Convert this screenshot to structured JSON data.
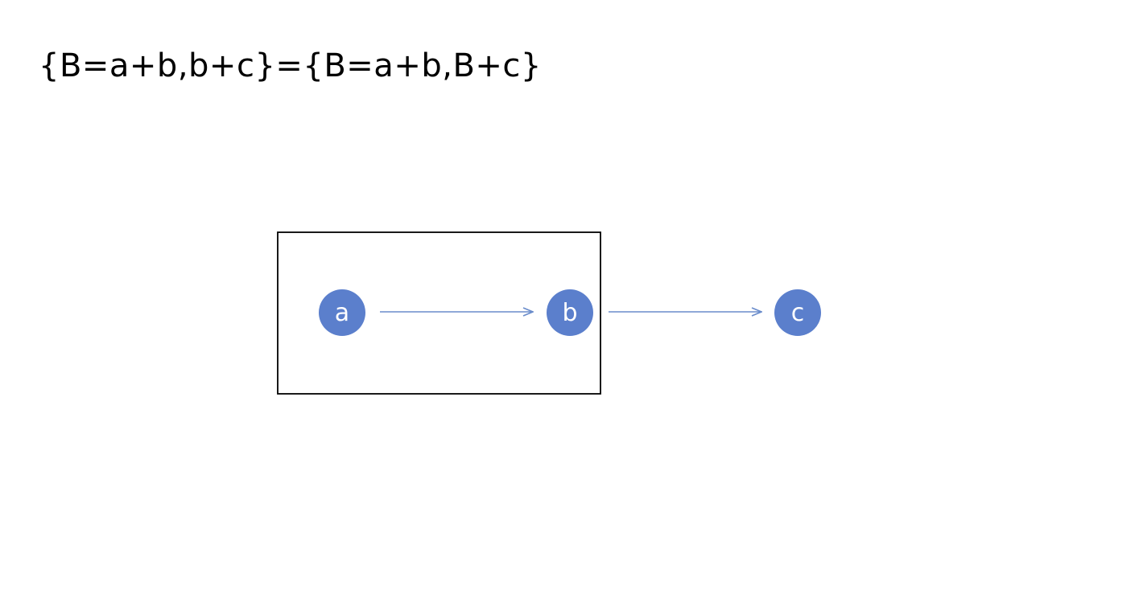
{
  "formula": "{B=a+b,b+c}={B=a+b,B+c}",
  "colors": {
    "node_fill": "#5b7fcc",
    "edge_stroke": "#6a8ccb",
    "group_stroke": "#000000",
    "node_text": "#ffffff"
  },
  "nodes": [
    {
      "id": "a",
      "label": "a"
    },
    {
      "id": "b",
      "label": "b"
    },
    {
      "id": "c",
      "label": "c"
    }
  ],
  "edges": [
    {
      "from": "a",
      "to": "b"
    },
    {
      "from": "b",
      "to": "c"
    }
  ],
  "group": {
    "members": [
      "a",
      "b"
    ]
  }
}
